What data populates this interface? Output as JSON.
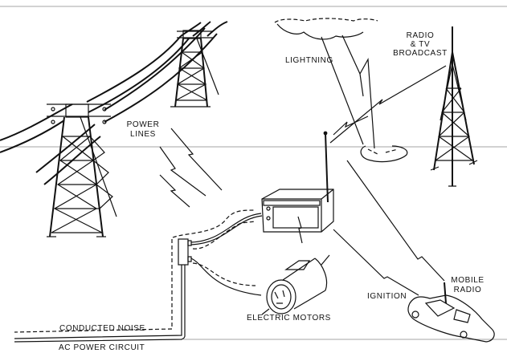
{
  "diagram": {
    "labels": {
      "lightning": "LIGHTNING",
      "broadcast_line1": "RADIO",
      "broadcast_line2": "& TV",
      "broadcast_line3": "BROADCAST",
      "power_line1": "POWER",
      "power_line2": "LINES",
      "ignition": "IGNITION",
      "mobile_line1": "MOBILE",
      "mobile_line2": "RADIO",
      "motors": "ELECTRIC MOTORS",
      "conducted": "CONDUCTED NOISE",
      "ac": "AC POWER CIRCUIT"
    },
    "icons": [
      "transmission-tower-icon",
      "lightning-cloud-icon",
      "broadcast-tower-icon",
      "radio-receiver-icon",
      "electric-motor-icon",
      "car-icon",
      "outlet-box-icon",
      "interference-arrow-icon"
    ],
    "colors": {
      "ink": "#111111",
      "rule": "#a6a6a6",
      "background": "#ffffff"
    }
  }
}
